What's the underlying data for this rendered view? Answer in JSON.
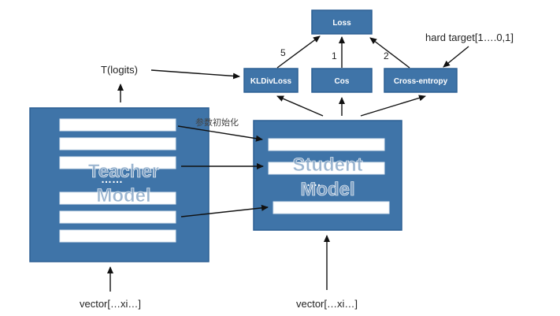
{
  "diagram": {
    "loss_box": "Loss",
    "kldiv_box": "KLDivLoss",
    "cos_box": "Cos",
    "ce_box": "Cross-entropy",
    "weight_kldiv": "5",
    "weight_cos": "1",
    "weight_ce": "2",
    "hard_target": "hard target[1….0,1]",
    "logits": "T(logits)",
    "param_init": "参数初始化",
    "teacher_line1": "Teacher",
    "teacher_line2": "Model",
    "teacher_dots": "……",
    "student_line1": "Student",
    "student_line2": "Model",
    "student_dots": "….",
    "teacher_input": "vector[…xi…]",
    "student_input": "vector[…xi…]"
  },
  "colors": {
    "box_fill": "#3f74a8",
    "layer_fill": "#ffffff",
    "arrow": "#111111"
  }
}
